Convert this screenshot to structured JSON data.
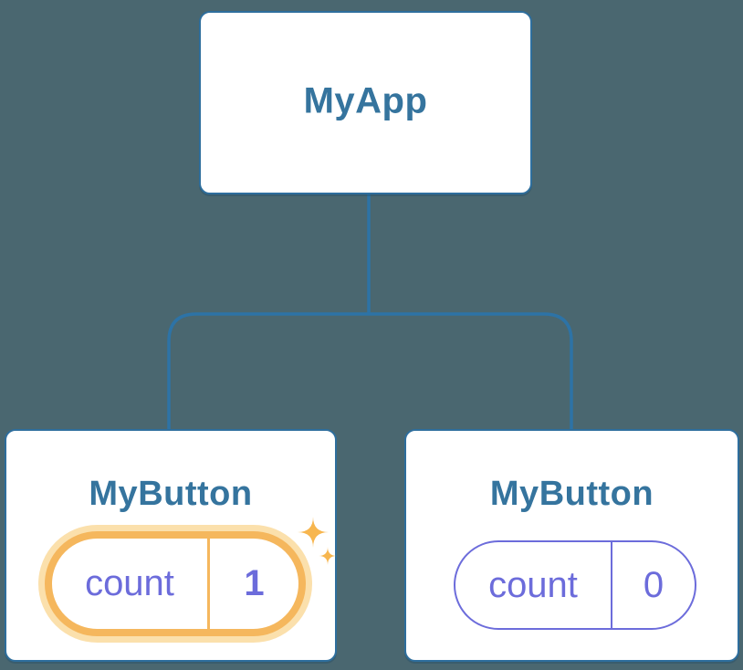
{
  "tree": {
    "root": {
      "label": "MyApp"
    },
    "children": [
      {
        "label": "MyButton",
        "state": {
          "label": "count",
          "value": "1"
        },
        "highlighted": true
      },
      {
        "label": "MyButton",
        "state": {
          "label": "count",
          "value": "0"
        },
        "highlighted": false
      }
    ]
  },
  "icons": {
    "sparkles": {
      "name": "sparkles-icon",
      "glyph": "✦✧"
    }
  },
  "colors": {
    "background": "#4A6770",
    "node_fill": "#FFFFFF",
    "node_border": "#2E6E9D",
    "node_title": "#35749E",
    "connector": "#2D73A6",
    "state_purple": "#6C6CDB",
    "highlight_orange": "#F5B75D",
    "highlight_halo": "#FBE0AC",
    "sparkle": "#F7B64F"
  }
}
